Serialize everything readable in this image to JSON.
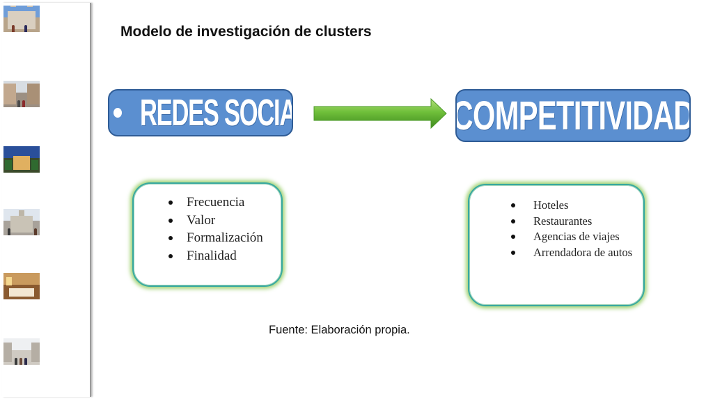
{
  "title": "Modelo de investigación de clusters",
  "left_box": {
    "label": "REDES SOCIALES",
    "items": [
      "Frecuencia",
      "Valor",
      "Formalización",
      "Finalidad"
    ]
  },
  "right_box": {
    "label": "COMPETITIVIDAD",
    "items": [
      "Hoteles",
      "Restaurantes",
      "Agencias de viajes",
      "Arrendadora de autos"
    ]
  },
  "source": "Fuente: Elaboración propia.",
  "colors": {
    "pill_fill": "#5b8fd0",
    "pill_border": "#2f5c96",
    "arrow_green": "#6fbf3a",
    "card_border": "#37a8a0",
    "card_glow": "#84c448"
  },
  "icons": {
    "arrow": "right-arrow-icon",
    "thumbnails": [
      "cathedral-photo",
      "street-photo",
      "plaza-night-photo",
      "church-photo",
      "hotel-room-photo",
      "pedestrian-street-photo"
    ]
  }
}
